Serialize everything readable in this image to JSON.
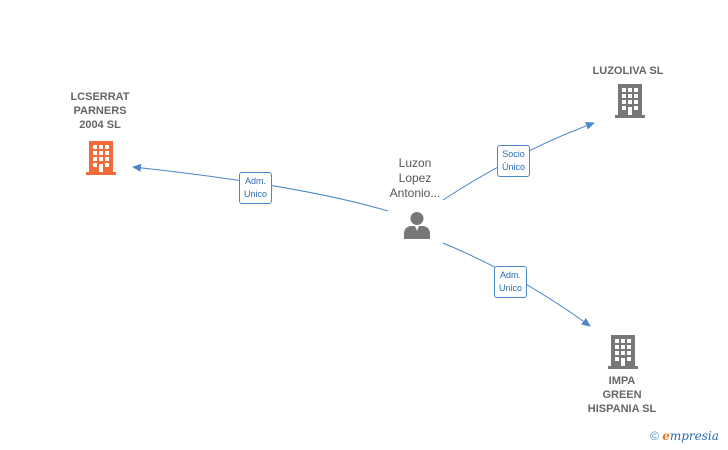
{
  "nodes": {
    "lcserrat": {
      "lines": [
        "LCSERRAT",
        "PARNERS",
        "2004  SL"
      ],
      "icon": "building-icon",
      "color": "#f26b3a"
    },
    "luzoliva": {
      "lines": [
        "LUZOLIVA SL"
      ],
      "icon": "building-icon",
      "color": "#777777"
    },
    "impa": {
      "lines": [
        "IMPA",
        "GREEN",
        "HISPANIA  SL"
      ],
      "icon": "building-icon",
      "color": "#777777"
    },
    "person": {
      "lines": [
        "Luzon",
        "Lopez",
        "Antonio..."
      ],
      "icon": "person-icon",
      "color": "#777777"
    }
  },
  "edges": {
    "to_lcserrat": {
      "lines": [
        "Adm.",
        "Unico"
      ]
    },
    "to_luzoliva": {
      "lines": [
        "Socio",
        "Único"
      ]
    },
    "to_impa": {
      "lines": [
        "Adm.",
        "Unico"
      ]
    }
  },
  "colors": {
    "edge": "#4a86c8"
  },
  "brand": {
    "copyright": "©",
    "e": "e",
    "name": "mpresia"
  }
}
